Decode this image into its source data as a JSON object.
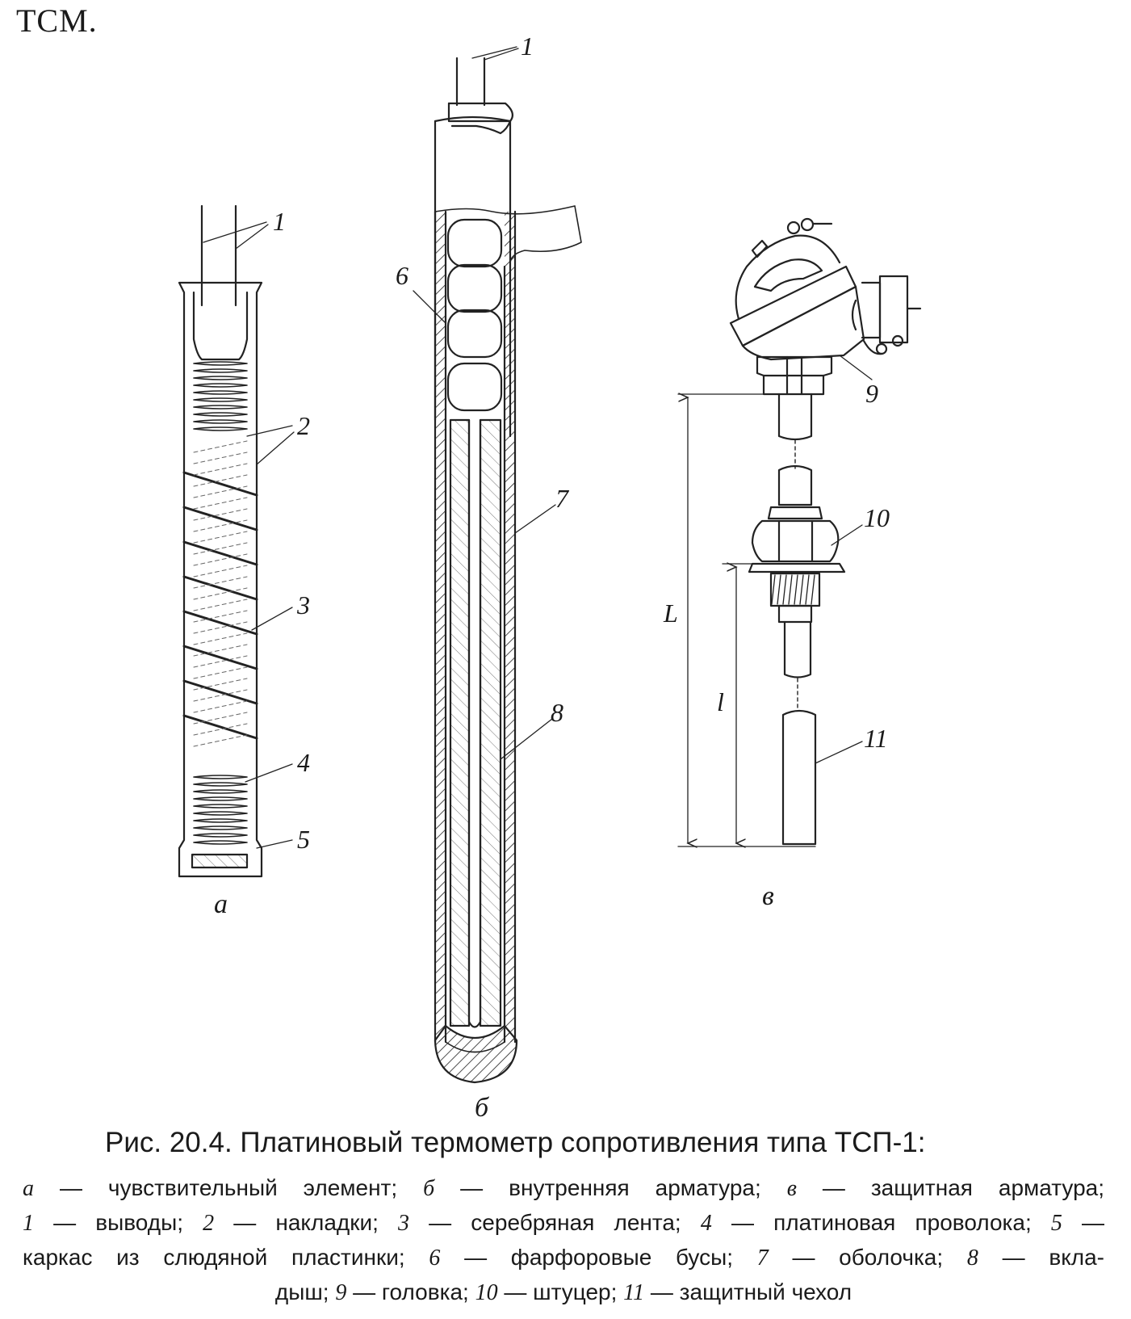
{
  "top_word": "ТСМ.",
  "figure": {
    "panel_labels": {
      "a": "а",
      "b": "б",
      "v": "в"
    },
    "callouts": [
      "1",
      "2",
      "3",
      "4",
      "5",
      "6",
      "7",
      "8",
      "9",
      "10",
      "11"
    ],
    "dimension_labels": {
      "total_length": "L",
      "immersion_length": "l"
    }
  },
  "caption": {
    "title": "Рис. 20.4. Платиновый термометр сопротивления типа ТСП-1:",
    "lines": [
      [
        {
          "k": "а"
        },
        {
          "t": " — чувствительный элемент; "
        },
        {
          "k": "б"
        },
        {
          "t": " — внутренняя арматура; "
        },
        {
          "k": "в"
        },
        {
          "t": " — защитная арматура;"
        }
      ],
      [
        {
          "k": "1"
        },
        {
          "t": " — выводы; "
        },
        {
          "k": "2"
        },
        {
          "t": " — накладки; "
        },
        {
          "k": "3"
        },
        {
          "t": " — серебряная лента; "
        },
        {
          "k": "4"
        },
        {
          "t": " — платиновая проволока; "
        },
        {
          "k": "5"
        },
        {
          "t": " —"
        }
      ],
      [
        {
          "t": "каркас из слюдяной пластинки; "
        },
        {
          "k": "6"
        },
        {
          "t": " — фарфоровые бусы; "
        },
        {
          "k": "7"
        },
        {
          "t": " — оболочка; "
        },
        {
          "k": "8"
        },
        {
          "t": " — вкла-"
        }
      ],
      [
        {
          "t": "дыш; "
        },
        {
          "k": "9"
        },
        {
          "t": " — головка; "
        },
        {
          "k": "10"
        },
        {
          "t": " — штуцер; "
        },
        {
          "k": "11"
        },
        {
          "t": " — защитный чехол"
        }
      ]
    ]
  }
}
